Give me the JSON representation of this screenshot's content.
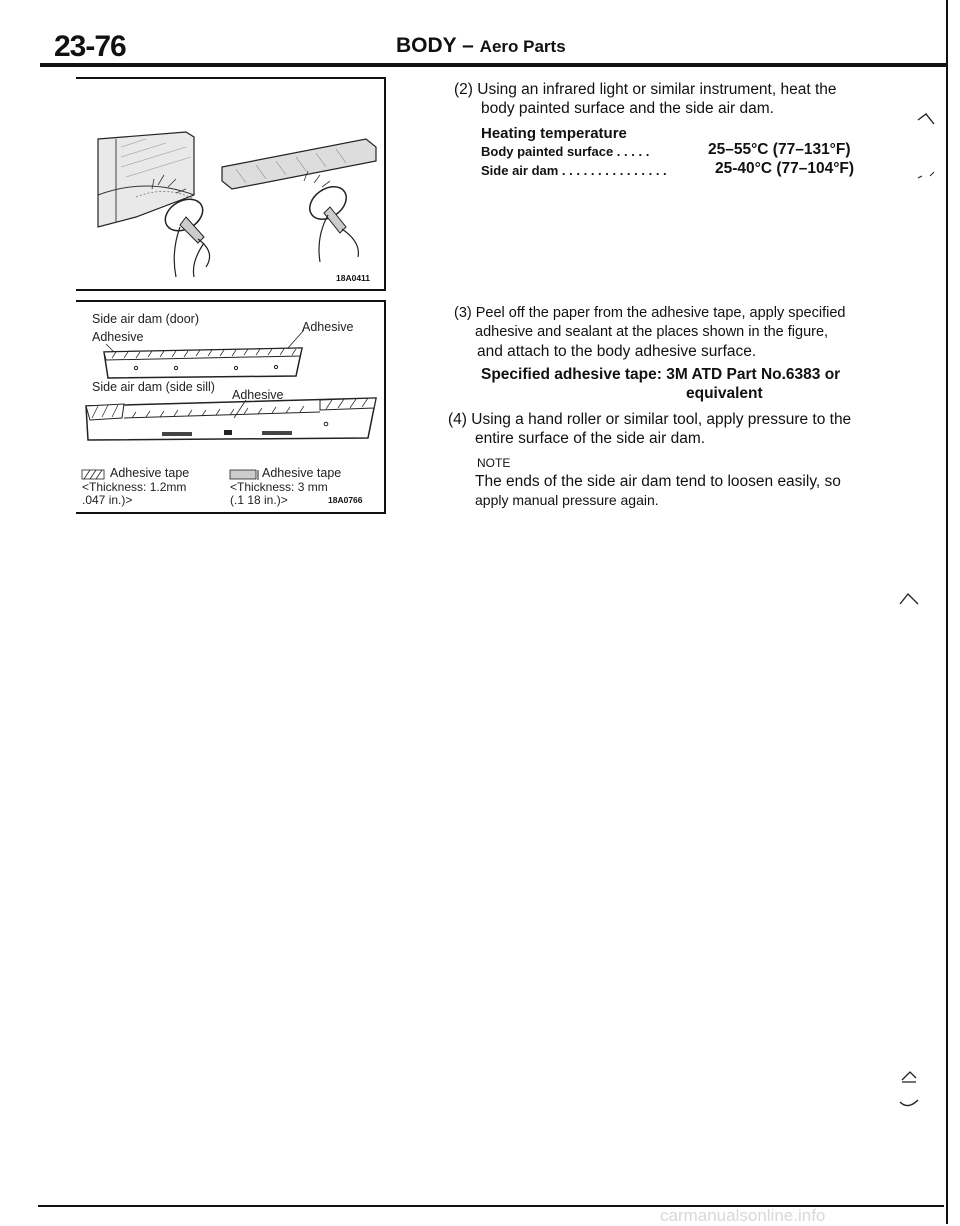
{
  "header": {
    "page_number": "23-76",
    "section": "BODY",
    "dash": "–",
    "subsection": "Aero Parts"
  },
  "figure1": {
    "id": "18A0411"
  },
  "figure2": {
    "door_label": "Side air dam (door)",
    "adhesive_left": "Adhesive",
    "adhesive_right": "Adhesive",
    "sill_label": "Side air dam (side sill)",
    "adhesive_sill": "Adhesive",
    "legend_a_label": "Adhesive tape",
    "legend_a_thickness": "<Thickness: 1.2mm",
    "legend_a_inch": ".047 in.)>",
    "legend_b_label": "Adhesive tape",
    "legend_b_thickness": "<Thickness: 3 mm",
    "legend_b_inch": "(.1 18 in.)>",
    "id": "18A0766"
  },
  "steps": {
    "step2_line1": "(2) Using an infrared light or similar instrument, heat the",
    "step2_line2": "body painted surface and the side air dam.",
    "heating_label": "Heating temperature",
    "body_surface_label": "Body painted surface . . . . .",
    "body_surface_value": "25–55°C (77–131°F)",
    "side_dam_label": "Side air dam . . . . . . . . . . . . . . .",
    "side_dam_value": "25-40°C (77–104°F)",
    "step3_line1": "(3) Peel off the paper from the adhesive tape, apply specified",
    "step3_line2": "adhesive and sealant at the places shown in the figure,",
    "step3_line3": "and attach to the body adhesive surface.",
    "tape_spec_line1": "Specified adhesive tape: 3M ATD Part No.6383 or",
    "tape_spec_line2": "equivalent",
    "step4_line1": "(4) Using a hand roller or similar tool, apply pressure to the",
    "step4_line2": "entire surface of the side air dam.",
    "note_label": "NOTE",
    "note_line1": "The ends of the side air dam tend to loosen easily, so",
    "note_line2": "apply manual pressure again."
  },
  "footer": {
    "watermark": "carmanualsonline.info"
  }
}
